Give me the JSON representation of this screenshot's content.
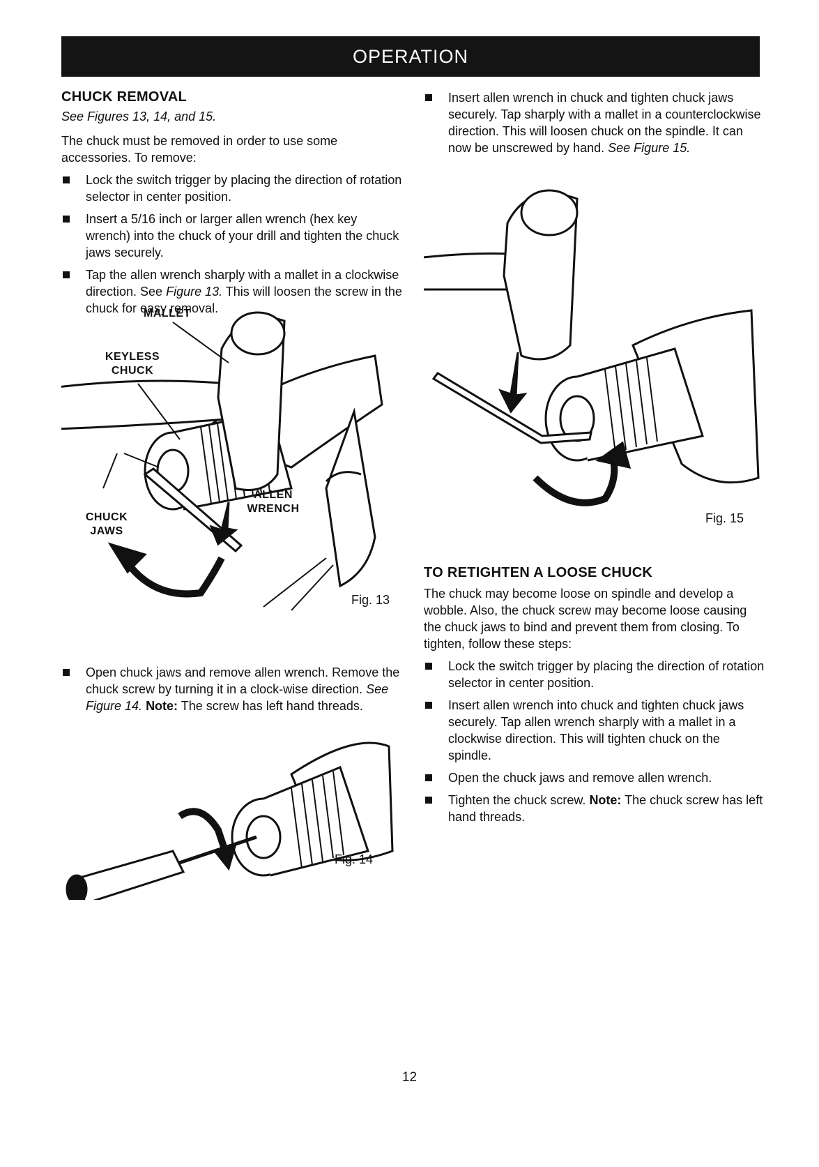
{
  "header": {
    "title": "OPERATION"
  },
  "left": {
    "title": "CHUCK REMOVAL",
    "ref": "See Figures 13, 14, and 15.",
    "intro": "The chuck must be removed in order to use some accessories. To remove:",
    "bullets": [
      "Lock the switch trigger by placing the direction of rotation selector in center position.",
      "Insert a 5/16 inch or larger allen wrench (hex key wrench) into the chuck of your drill and tighten the chuck jaws securely."
    ],
    "bullet3": {
      "pre": "Tap the allen wrench sharply with a mallet in a clockwise direction. See ",
      "fig": "Figure 13.",
      "post": " This will loosen the screw in the chuck for easy removal."
    },
    "bullet4": {
      "pre": "Open chuck jaws and remove allen wrench. Remove the chuck screw by turning it in a clock-wise direction. ",
      "fig": "See Figure 14.",
      "note": "Note:",
      "post": " The screw has left hand threads."
    }
  },
  "fig13": {
    "caption": "Fig. 13",
    "labels": {
      "mallet": "MALLET",
      "keyless_chuck": "KEYLESS CHUCK",
      "chuck_jaws": "CHUCK JAWS",
      "allen_wrench": "ALLEN WRENCH"
    }
  },
  "fig14": {
    "caption": "Fig. 14"
  },
  "fig15": {
    "caption": "Fig. 15"
  },
  "right": {
    "bullet1": {
      "pre": "Insert allen wrench in chuck and tighten chuck jaws securely. Tap sharply with a mallet in a counterclockwise direction. This will loosen chuck on the spindle. It can now be unscrewed by hand. ",
      "fig": "See Figure 15."
    },
    "title": "TO RETIGHTEN A LOOSE CHUCK",
    "intro": "The chuck may become loose on spindle and develop a wobble. Also, the chuck screw may become loose causing the chuck jaws to bind and prevent them from closing. To tighten, follow these steps:",
    "bullets": [
      "Lock the switch trigger by placing the direction of rotation selector in center position.",
      "Insert allen wrench into chuck and tighten chuck jaws securely. Tap allen wrench sharply with a mallet in a clockwise direction. This will tighten chuck on the spindle.",
      "Open the chuck jaws and remove allen wrench."
    ],
    "bullet5": {
      "pre": "Tighten the chuck screw. ",
      "note": "Note:",
      "post": " The chuck screw has left hand threads."
    }
  },
  "page_number": "12"
}
